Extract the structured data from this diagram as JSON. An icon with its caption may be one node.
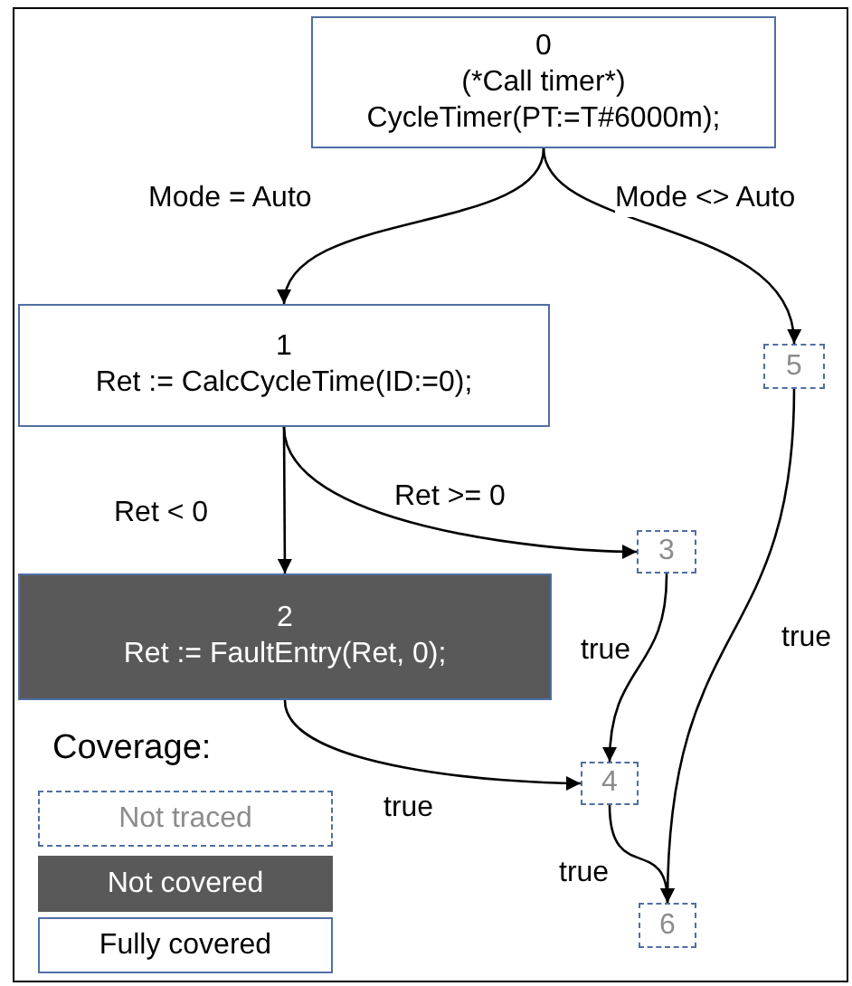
{
  "diagram": {
    "nodes": [
      {
        "text": [
          "0",
          "(*Call timer*)",
          "CycleTimer(PT:=T#6000m);"
        ]
      },
      {
        "text": [
          "1",
          "Ret := CalcCycleTime(ID:=0);"
        ]
      },
      {
        "text": [
          "5"
        ]
      },
      {
        "text": [
          "3"
        ]
      },
      {
        "text": [
          "2",
          "Ret := FaultEntry(Ret, 0);"
        ]
      },
      {
        "text": [
          "4"
        ]
      },
      {
        "text": [
          "6"
        ]
      }
    ],
    "edges": [
      {
        "from": 0,
        "to": 1,
        "arrow": "to",
        "label": "Mode = Auto"
      },
      {
        "from": 0,
        "to": 2,
        "arrow": "to",
        "label": "Mode <> Auto"
      },
      {
        "from": 1,
        "to": 4,
        "arrow": "to",
        "label": "Ret < 0"
      },
      {
        "from": 1,
        "to": 3,
        "arrow": "to",
        "label": "Ret >= 0"
      },
      {
        "from": 4,
        "to": 5,
        "arrow": "to",
        "label": "true"
      },
      {
        "from": 3,
        "to": 5,
        "arrow": "to",
        "label": "true"
      },
      {
        "from": 5,
        "to": 6,
        "arrow": "to",
        "label": "true"
      },
      {
        "from": 2,
        "to": 6,
        "arrow": "to",
        "label": "true"
      }
    ],
    "labels": [
      "Coverage:"
    ],
    "legend": [
      {
        "text": "Not traced"
      },
      {
        "text": "Not covered",
        "color": "#595959"
      },
      {
        "text": "Fully covered"
      }
    ]
  }
}
